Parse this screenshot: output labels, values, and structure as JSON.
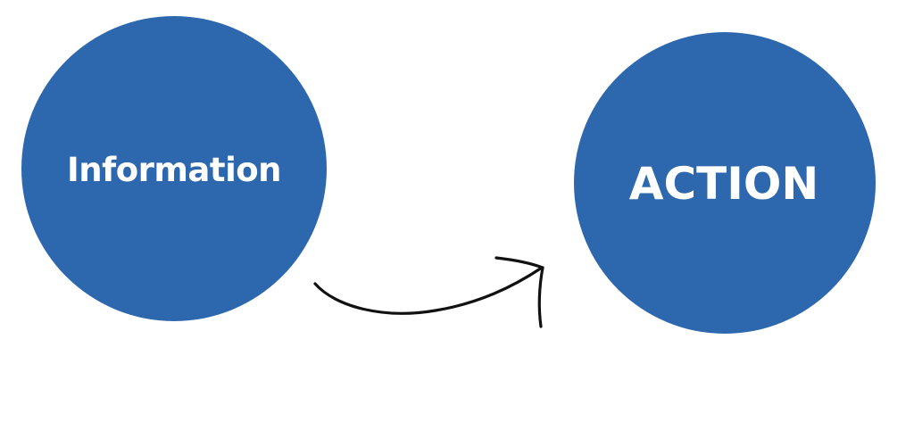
{
  "diagram": {
    "nodes": [
      {
        "id": "information",
        "label": "Information"
      },
      {
        "id": "action",
        "label": "ACTION"
      }
    ],
    "edges": [
      {
        "from": "information",
        "to": "action",
        "style": "curved-hand-drawn-arrow"
      }
    ]
  },
  "colors": {
    "node_fill": "#2D67AD",
    "node_text": "#FFFFFF",
    "arrow": "#111111",
    "background": "#FFFFFF"
  },
  "icons": {
    "connector": "curved-arrow-icon"
  }
}
